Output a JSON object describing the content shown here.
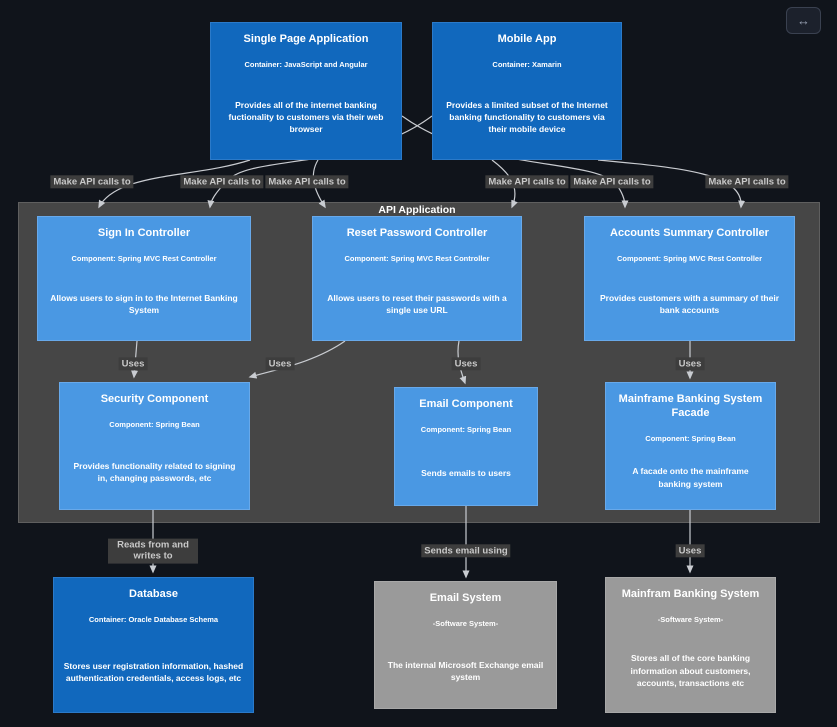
{
  "window": {
    "expand_icon": "↔"
  },
  "boundary": {
    "label": "API Application"
  },
  "labels": {
    "make_api_calls": "Make API calls to",
    "uses": "Uses",
    "reads_writes": "Reads from and writes to",
    "sends_email": "Sends email using"
  },
  "nodes": {
    "spa": {
      "title": "Single Page Application",
      "subtitle": "Container: JavaScript and Angular",
      "description": "Provides all of the internet banking fuctionality to customers via their web browser"
    },
    "mobile": {
      "title": "Mobile App",
      "subtitle": "Container: Xamarin",
      "description": "Provides a limited subset of the Internet banking functionality to customers via their mobile device"
    },
    "signin": {
      "title": "Sign In Controller",
      "subtitle": "Component: Spring MVC Rest Controller",
      "description": "Allows users to sign in to the Internet Banking System"
    },
    "reset": {
      "title": "Reset Password Controller",
      "subtitle": "Component: Spring MVC Rest Controller",
      "description": "Allows users to reset their passwords with a single use URL"
    },
    "accounts": {
      "title": "Accounts Summary Controller",
      "subtitle": "Component: Spring MVC Rest Controller",
      "description": "Provides customers with a summary of their bank accounts"
    },
    "security": {
      "title": "Security Component",
      "subtitle": "Component: Spring Bean",
      "description": "Provides functionality related to signing in, changing passwords, etc"
    },
    "email_component": {
      "title": "Email Component",
      "subtitle": "Component: Spring Bean",
      "description": "Sends emails to users"
    },
    "facade": {
      "title": "Mainframe Banking System Facade",
      "subtitle": "Component: Spring Bean",
      "description": "A facade onto the mainframe banking system"
    },
    "database": {
      "title": "Database",
      "subtitle": "Container: Oracle Database Schema",
      "description": "Stores user registration information, hashed authentication credentials, access logs, etc"
    },
    "email_system": {
      "title": "Email System",
      "subtitle": "-Software System-",
      "description": "The internal Microsoft Exchange email system"
    },
    "mainframe_system": {
      "title": "Mainfram Banking System",
      "subtitle": "-Software System-",
      "description": "Stores all of the core banking information about customers, accounts, transactions etc"
    }
  },
  "colors": {
    "background": "#10141b",
    "container_blue": "#1168bd",
    "component_blue": "#4a98e3",
    "external_gray": "#9a9a9a",
    "boundary_fill": "#464646",
    "edge": "#c9ccd1"
  }
}
